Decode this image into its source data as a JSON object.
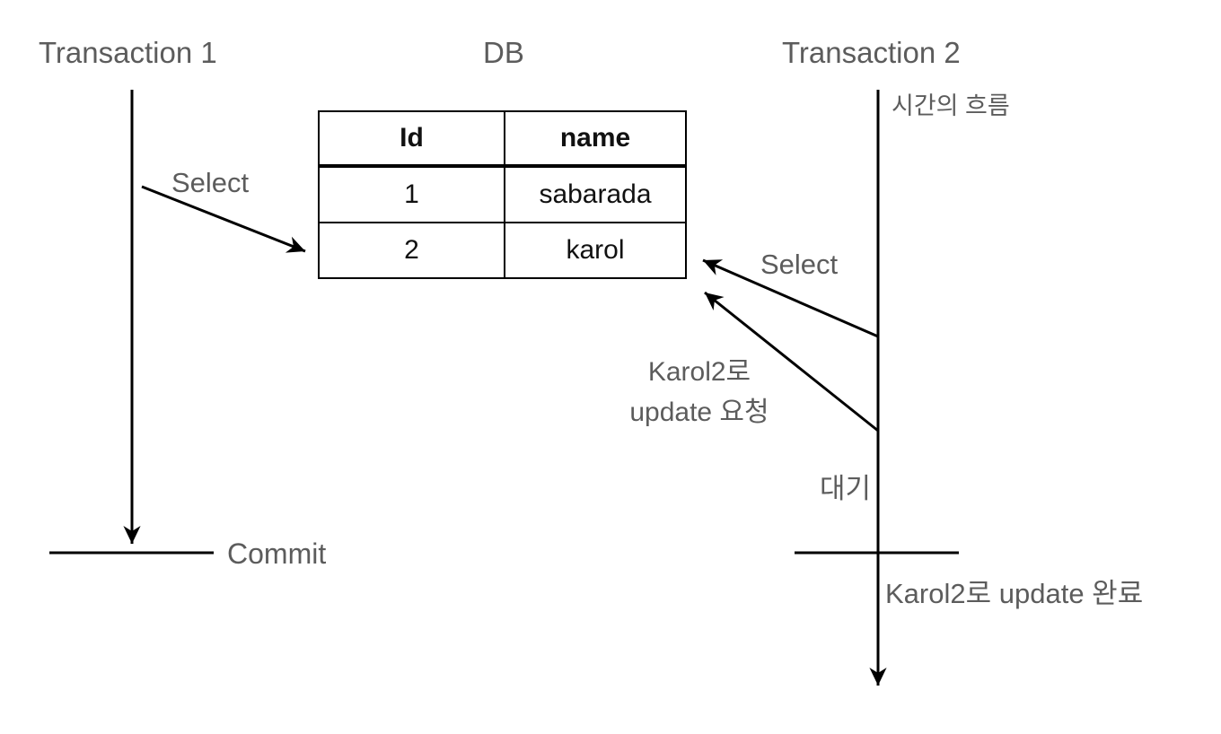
{
  "labels": {
    "transaction1": "Transaction 1",
    "db": "DB",
    "transaction2": "Transaction 2",
    "time_flow": "시간의 흐름",
    "select_left": "Select",
    "select_right": "Select",
    "update_request_line1": "Karol2로",
    "update_request_line2": "update 요청",
    "wait": "대기",
    "commit": "Commit",
    "update_done": "Karol2로 update 완료"
  },
  "table": {
    "headers": [
      "Id",
      "name"
    ],
    "rows": [
      [
        "1",
        "sabarada"
      ],
      [
        "2",
        "karol"
      ]
    ]
  },
  "colors": {
    "label_gray": "#5c5c5c",
    "line_black": "#000000",
    "background": "#ffffff"
  }
}
